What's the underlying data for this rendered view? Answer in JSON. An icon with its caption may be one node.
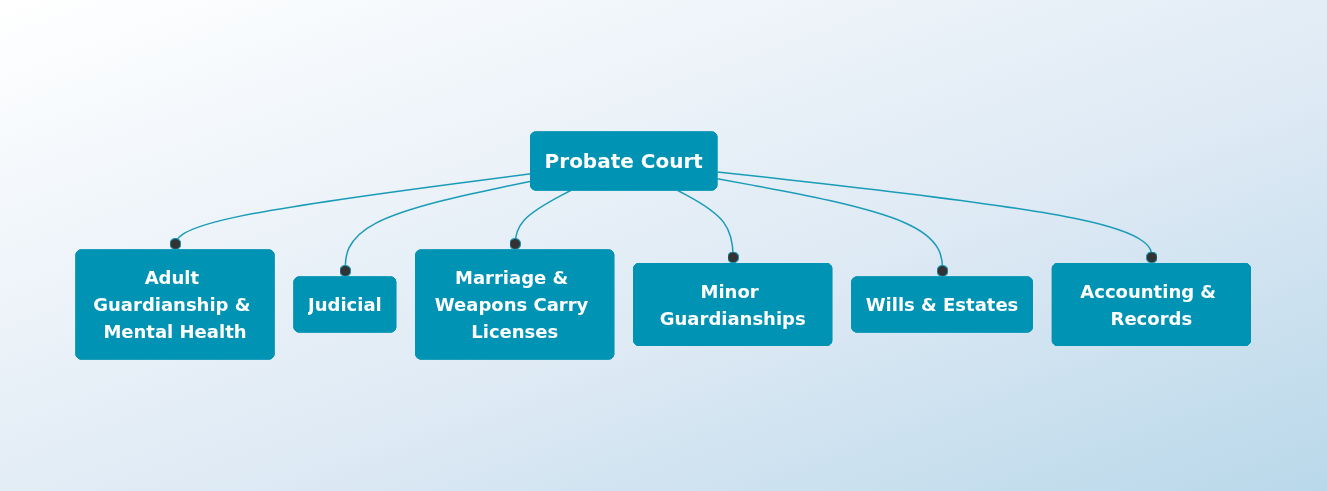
{
  "diagram": {
    "nodes": [
      {
        "text": [
          "Probate Court"
        ]
      },
      {
        "text": [
          "Adult Guardianship & Mental Health"
        ]
      },
      {
        "text": [
          "Judicial"
        ]
      },
      {
        "text": [
          "Marriage & Weapons Carry Licenses"
        ]
      },
      {
        "text": [
          "Minor Guardianships"
        ]
      },
      {
        "text": [
          "Wills & Estates"
        ]
      },
      {
        "text": [
          "Accounting & Records"
        ]
      }
    ],
    "edges": [
      {
        "from": 0,
        "to": 1,
        "arrow": "other"
      },
      {
        "from": 0,
        "to": 2,
        "arrow": "other"
      },
      {
        "from": 0,
        "to": 3,
        "arrow": "other"
      },
      {
        "from": 0,
        "to": 4,
        "arrow": "other"
      },
      {
        "from": 0,
        "to": 5,
        "arrow": "other"
      },
      {
        "from": 0,
        "to": 6,
        "arrow": "other"
      }
    ]
  }
}
